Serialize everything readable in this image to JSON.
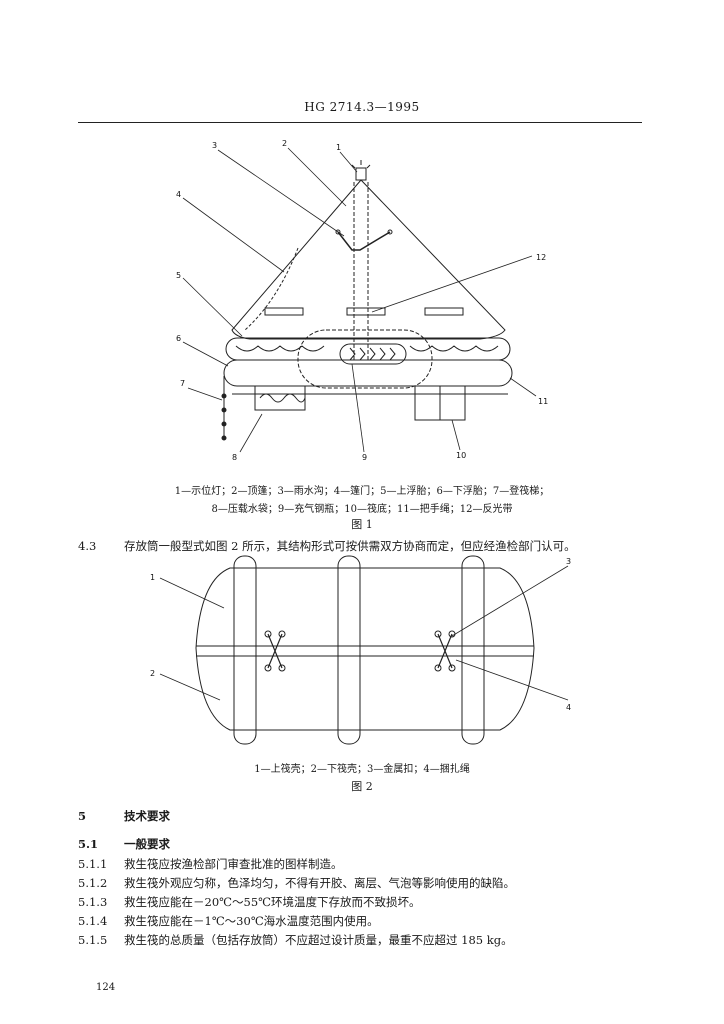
{
  "header": {
    "standard_code": "HG 2714.3—1995"
  },
  "figure1": {
    "labels": [
      "1",
      "2",
      "3",
      "4",
      "5",
      "6",
      "7",
      "8",
      "9",
      "10",
      "11",
      "12"
    ],
    "legend_line1": "1—示位灯；2—顶篷；3—雨水沟；4—篷门；5—上浮胎；6—下浮胎；7—登筏梯；",
    "legend_line2": "8—压载水袋；9—充气钢瓶；10—筏底；11—把手绳；12—反光带",
    "title": "图 1"
  },
  "section_4_3": {
    "number": "4.3",
    "text": "存放筒一般型式如图 2 所示，其结构形式可按供需双方协商而定，但应经渔检部门认可。"
  },
  "figure2": {
    "labels": [
      "1",
      "2",
      "3",
      "4"
    ],
    "legend": "1—上筏壳；2—下筏壳；3—金属扣；4—捆扎绳",
    "title": "图 2"
  },
  "section_5": {
    "number": "5",
    "title": "技术要求",
    "sub_number": "5.1",
    "sub_title": "一般要求",
    "items": [
      {
        "number": "5.1.1",
        "text": "救生筏应按渔检部门审查批准的图样制造。"
      },
      {
        "number": "5.1.2",
        "text": "救生筏外观应匀称，色泽均匀，不得有开胶、离层、气泡等影响使用的缺陷。"
      },
      {
        "number": "5.1.3",
        "text": "救生筏应能在－20℃～55℃环境温度下存放而不致损坏。"
      },
      {
        "number": "5.1.4",
        "text": "救生筏应能在－1℃～30℃海水温度范围内使用。"
      },
      {
        "number": "5.1.5",
        "text": "救生筏的总质量（包括存放筒）不应超过设计质量，最重不应超过 185 kg。"
      }
    ]
  },
  "page_number": "124"
}
